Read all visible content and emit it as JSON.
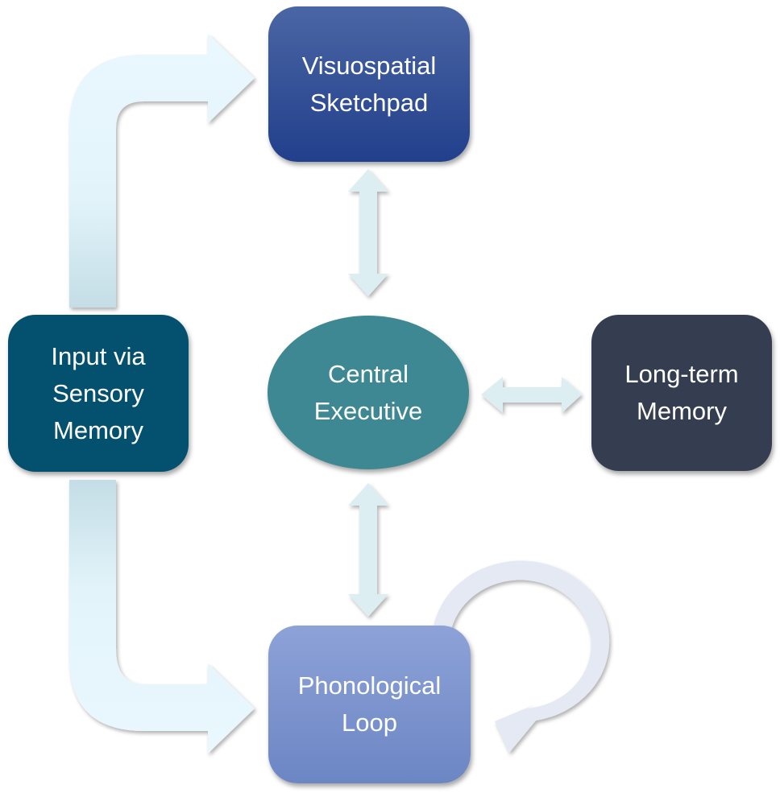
{
  "title": "Working Memory Model",
  "nodes": {
    "visuospatial": {
      "label": "Visuospatial\nSketchpad",
      "color": "#2d4b94"
    },
    "input": {
      "label": "Input via\nSensory\nMemory",
      "color": "#04506f"
    },
    "central": {
      "label": "Central\nExecutive",
      "color": "#3d8892"
    },
    "long_term": {
      "label": "Long-term\nMemory",
      "color": "#353e51"
    },
    "phonological": {
      "label": "Phonological\nLoop",
      "color": "#7b92cd"
    }
  },
  "connections": [
    {
      "from": "input",
      "to": "visuospatial",
      "type": "bent-arrow"
    },
    {
      "from": "input",
      "to": "phonological",
      "type": "bent-arrow"
    },
    {
      "from": "visuospatial",
      "to": "central",
      "type": "double-arrow"
    },
    {
      "from": "central",
      "to": "long_term",
      "type": "double-arrow"
    },
    {
      "from": "central",
      "to": "phonological",
      "type": "double-arrow"
    },
    {
      "from": "phonological",
      "to": "phonological",
      "type": "loop-arrow"
    }
  ],
  "colors": {
    "arrow_light": "#e6f7fd",
    "arrow_dark": "#c3dde6",
    "double_arrow": "#dceef2",
    "loop_arrow": "#e5e9f3"
  }
}
